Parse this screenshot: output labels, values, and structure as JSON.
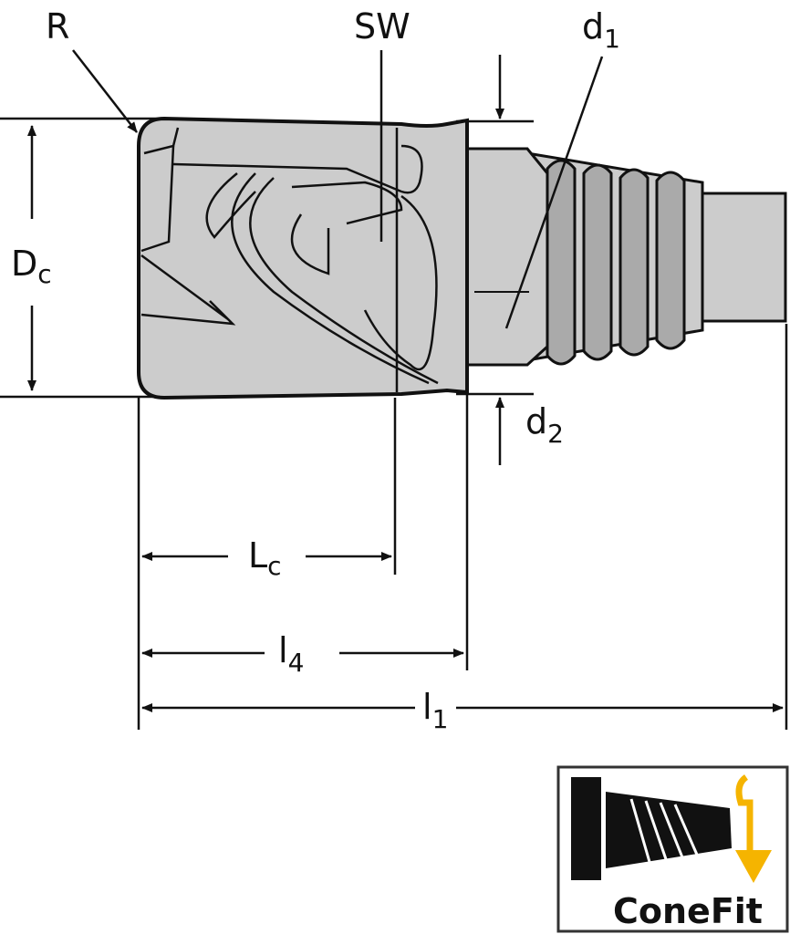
{
  "dimensions": {
    "R": "R",
    "SW": "SW",
    "d1": {
      "main": "d",
      "sub": "1"
    },
    "Dc": {
      "main": "D",
      "sub": "c"
    },
    "d2": {
      "main": "d",
      "sub": "2"
    },
    "Lc": {
      "main": "L",
      "sub": "c"
    },
    "l4": {
      "main": "l",
      "sub": "4"
    },
    "l1": {
      "main": "l",
      "sub": "1"
    }
  },
  "logo": {
    "text": "ConeFit",
    "arrow_color": "#f5b400"
  },
  "colors": {
    "body_fill": "#cccccc",
    "line": "#111111"
  }
}
